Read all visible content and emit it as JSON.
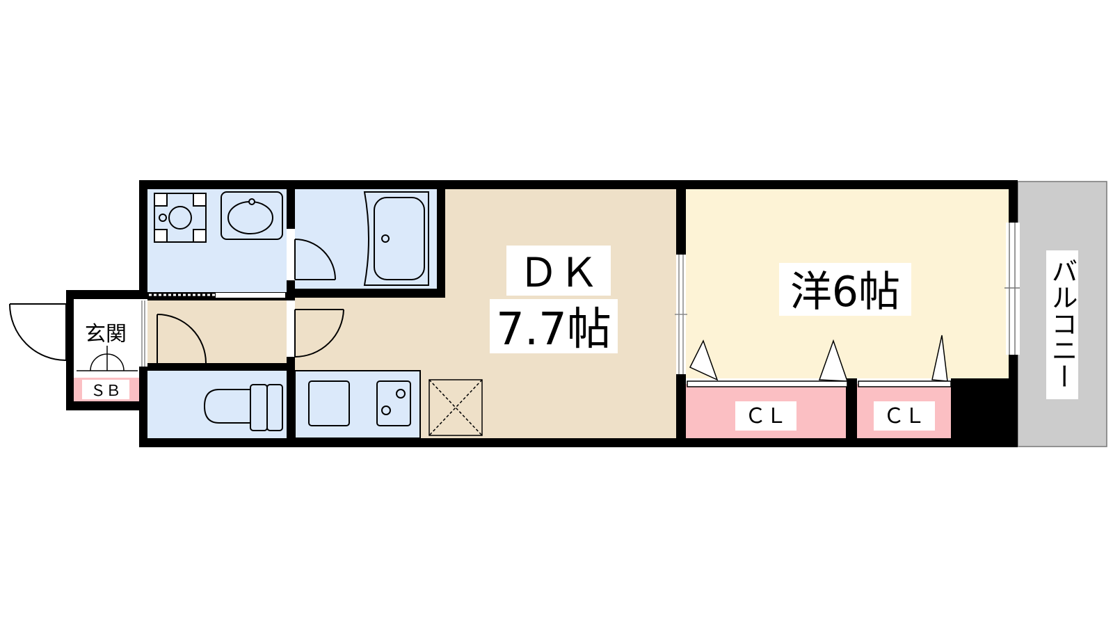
{
  "rooms": {
    "dk": {
      "name": "ＤＫ",
      "size": "7.7帖"
    },
    "western": {
      "label": "洋6帖"
    },
    "entrance": {
      "label": "玄関"
    },
    "shoe_box": {
      "label": "ＳＢ"
    },
    "closet_1": {
      "label": "ＣＬ"
    },
    "closet_2": {
      "label": "ＣＬ"
    },
    "balcony": {
      "label": "バルコニー"
    }
  },
  "colors": {
    "wall": "#000000",
    "wet_area": "#dbe9fa",
    "dk_floor": "#eee0c8",
    "western_floor": "#fdf3d6",
    "closet": "#fbbfc3",
    "shoe_box": "#fbbfc3",
    "balcony": "#cccccc",
    "hall": "#eee0c8"
  }
}
